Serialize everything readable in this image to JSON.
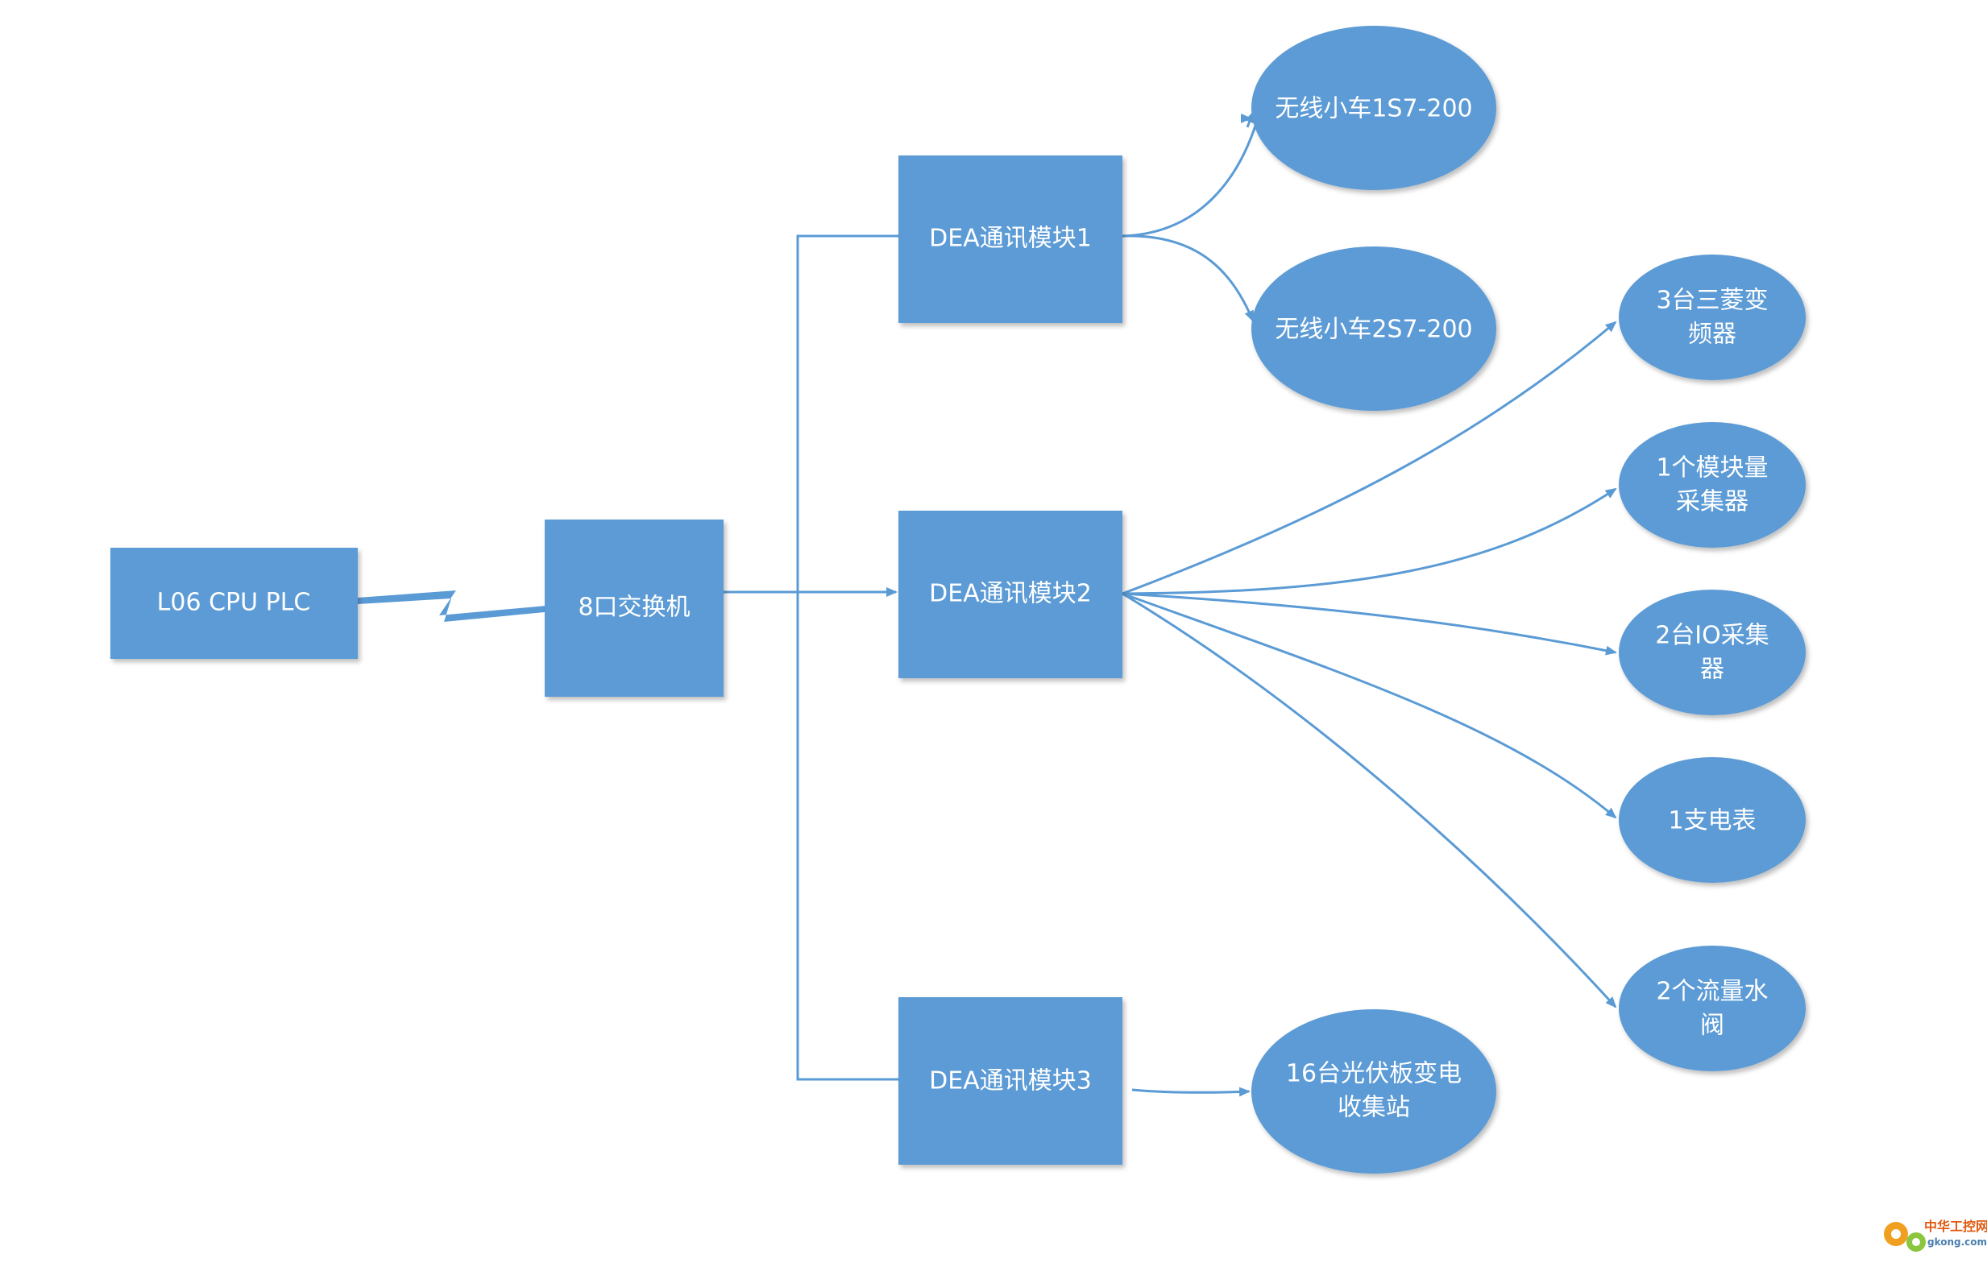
{
  "nodes": {
    "plc": {
      "label": [
        "L06 CPU PLC"
      ]
    },
    "switch": {
      "label": [
        "8口交换机"
      ]
    },
    "dea1": {
      "label": [
        "DEA通讯模块1"
      ]
    },
    "dea2": {
      "label": [
        "DEA通讯模块2"
      ]
    },
    "dea3": {
      "label": [
        "DEA通讯模块3"
      ]
    },
    "car1": {
      "label": [
        "无线小车1S7-200"
      ]
    },
    "car2": {
      "label": [
        "无线小车2S7-200"
      ]
    },
    "inverter": {
      "label": [
        "3台三菱变",
        "频器"
      ]
    },
    "analog": {
      "label": [
        "1个模块量",
        "采集器"
      ]
    },
    "io": {
      "label": [
        "2台IO采集",
        "器"
      ]
    },
    "meter": {
      "label": [
        "1支电表"
      ]
    },
    "valve": {
      "label": [
        "2个流量水",
        "阀"
      ]
    },
    "pv": {
      "label": [
        "16台光伏板变电",
        "收集站"
      ]
    }
  },
  "edges": [
    {
      "from": "plc",
      "to": "switch",
      "style": "lightning"
    },
    {
      "from": "switch",
      "to": "dea1",
      "style": "elbow"
    },
    {
      "from": "switch",
      "to": "dea2",
      "style": "arrow"
    },
    {
      "from": "switch",
      "to": "dea3",
      "style": "elbow"
    },
    {
      "from": "dea1",
      "to": "car1",
      "style": "curve-arrow"
    },
    {
      "from": "dea1",
      "to": "car2",
      "style": "curve-arrow"
    },
    {
      "from": "dea2",
      "to": "inverter",
      "style": "curve-arrow"
    },
    {
      "from": "dea2",
      "to": "analog",
      "style": "curve-arrow"
    },
    {
      "from": "dea2",
      "to": "io",
      "style": "curve-arrow"
    },
    {
      "from": "dea2",
      "to": "meter",
      "style": "curve-arrow"
    },
    {
      "from": "dea2",
      "to": "valve",
      "style": "curve-arrow"
    },
    {
      "from": "dea3",
      "to": "pv",
      "style": "curve-arrow"
    }
  ],
  "watermark": {
    "line1": "中华工控网",
    "line2": "gkong.com"
  },
  "colors": {
    "node_fill": "#5b9bd5",
    "node_text": "#ffffff",
    "edge": "#5b9bd5",
    "background": "#ffffff"
  }
}
